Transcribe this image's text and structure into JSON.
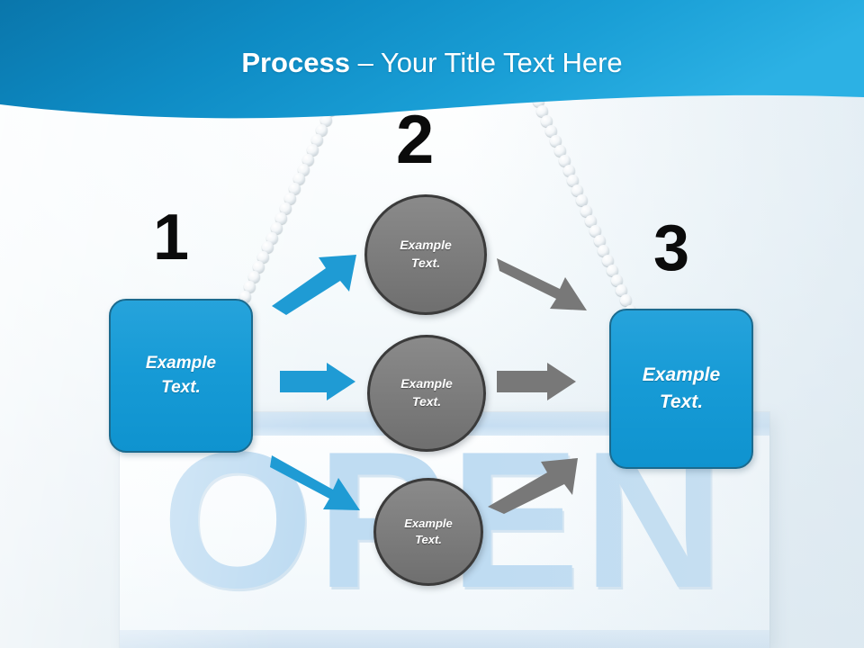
{
  "slide": {
    "background_word": "OPEN",
    "colors": {
      "header_blue_dark": "#0b7fb4",
      "header_blue_light": "#2aaede",
      "box_blue": "#179bd6",
      "box_border": "#1b6a8e",
      "circle_gray": "#7d7d7d",
      "circle_border": "#3b3b3b",
      "arrow_blue": "#1f9bd4",
      "arrow_gray": "#787878",
      "open_word_blue": "#bfdcf2",
      "number_black": "#0b0b0b",
      "page_background": "#eef5f8"
    }
  },
  "header": {
    "title_strong": "Process",
    "title_light": " – Your Title Text Here"
  },
  "steps": [
    {
      "number": "1",
      "label_line1": "Example",
      "label_line2": "Text."
    },
    {
      "number": "2",
      "label_line1": "Example",
      "label_line2": "Text."
    },
    {
      "number": "3",
      "label_line1": "Example",
      "label_line2": "Text."
    }
  ],
  "nodes": {
    "box_left": {
      "line1": "Example",
      "line2": "Text."
    },
    "box_right": {
      "line1": "Example",
      "line2": "Text."
    },
    "circle_top": {
      "line1": "Example",
      "line2": "Text."
    },
    "circle_middle": {
      "line1": "Example",
      "line2": "Text."
    },
    "circle_bottom": {
      "line1": "Example",
      "line2": "Text."
    }
  },
  "arrows": [
    {
      "name": "arrow-left-to-top-circle",
      "color": "#1f9bd4",
      "direction": "up-right"
    },
    {
      "name": "arrow-left-to-middle-circle",
      "color": "#1f9bd4",
      "direction": "right"
    },
    {
      "name": "arrow-left-to-bottom-circle",
      "color": "#1f9bd4",
      "direction": "down-right"
    },
    {
      "name": "arrow-top-circle-to-right",
      "color": "#787878",
      "direction": "down-right"
    },
    {
      "name": "arrow-middle-circle-to-right",
      "color": "#787878",
      "direction": "right"
    },
    {
      "name": "arrow-bottom-circle-to-right",
      "color": "#787878",
      "direction": "up-right"
    }
  ]
}
